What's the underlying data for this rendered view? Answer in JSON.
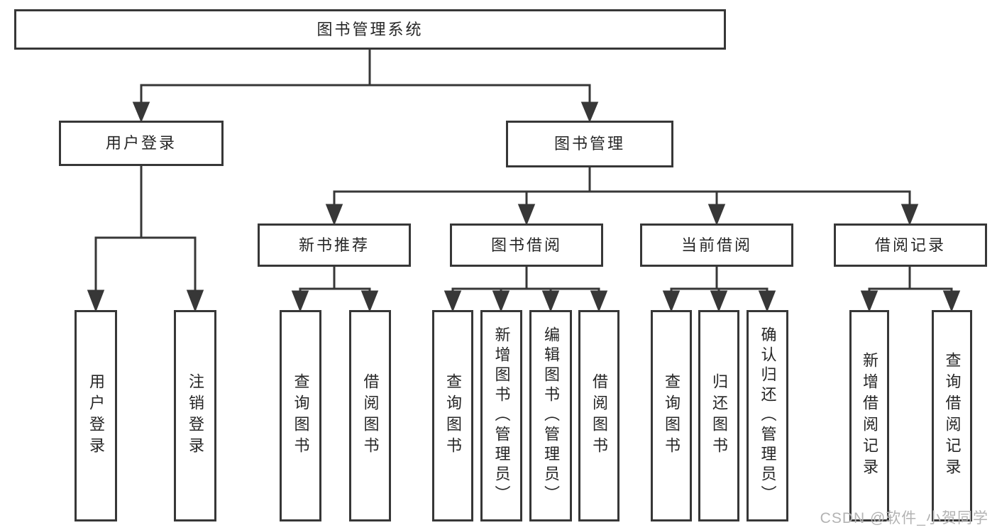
{
  "diagram_type": "function-structure-tree",
  "tree": {
    "label": "图书管理系统",
    "children": [
      {
        "label": "用户登录",
        "children": [
          {
            "label": "用户登录"
          },
          {
            "label": "注销登录"
          }
        ]
      },
      {
        "label": "图书管理",
        "children": [
          {
            "label": "新书推荐",
            "children": [
              {
                "label": "查询图书"
              },
              {
                "label": "借阅图书"
              }
            ]
          },
          {
            "label": "图书借阅",
            "children": [
              {
                "label": "查询图书"
              },
              {
                "label": "新增图书（管理员）"
              },
              {
                "label": "编辑图书（管理员）"
              },
              {
                "label": "借阅图书"
              }
            ]
          },
          {
            "label": "当前借阅",
            "children": [
              {
                "label": "查询图书"
              },
              {
                "label": "归还图书"
              },
              {
                "label": "确认归还（管理员）"
              }
            ]
          },
          {
            "label": "借阅记录",
            "children": [
              {
                "label": "新增借阅记录"
              },
              {
                "label": "查询借阅记录"
              }
            ]
          }
        ]
      }
    ]
  },
  "watermark": {
    "text": "CSDN @软件_小贺同学"
  },
  "colors": {
    "line": "#373737",
    "box_background": "#ffffff",
    "text": "#262626",
    "watermark": "#b3b3b3"
  }
}
